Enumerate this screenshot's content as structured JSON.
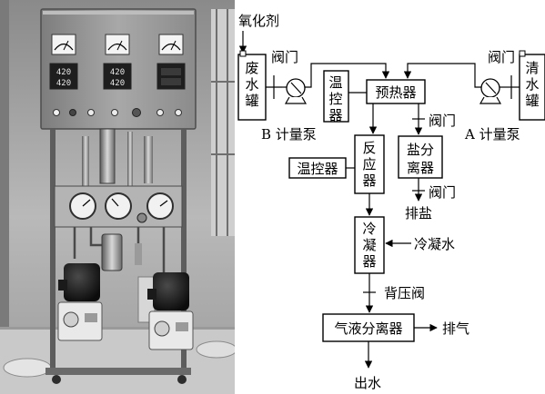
{
  "diagram": {
    "oxidant": "氧化剂",
    "valve": "阀门",
    "waste_tank": "废水罐",
    "clean_tank": "清水罐",
    "temp_controller": "温控器",
    "preheater": "预热器",
    "pump_b": "B 计量泵",
    "pump_a": "A 计量泵",
    "reactor": "反应器",
    "salt_separator": "盐分离器",
    "salt_discharge": "排盐",
    "condenser": "冷凝器",
    "cooling_water": "冷凝水",
    "back_pressure_valve": "背压阀",
    "gas_liquid_separator": "气液分离器",
    "exhaust": "排气",
    "water_out": "出水"
  },
  "photo": {
    "meter_readings": [
      "420",
      "420",
      "420",
      "420"
    ]
  }
}
